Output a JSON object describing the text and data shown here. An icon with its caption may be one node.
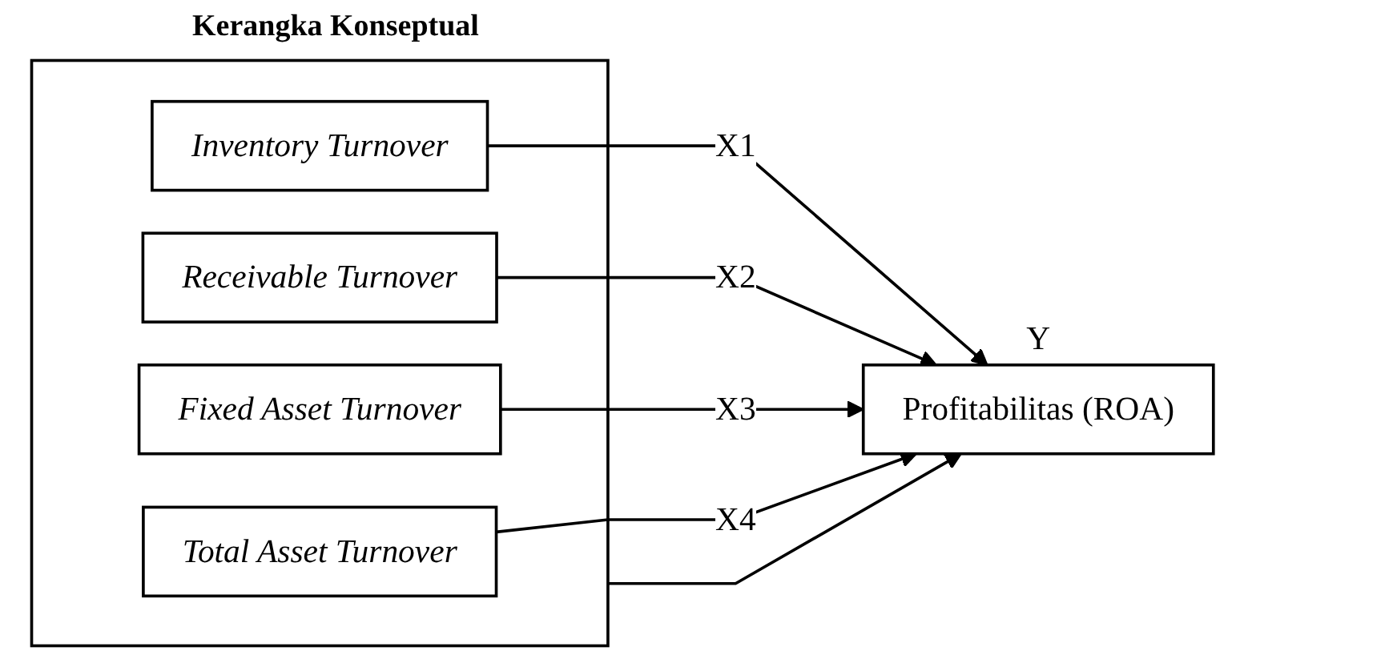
{
  "diagram": {
    "title": "Kerangka Konseptual",
    "nodes": [
      {
        "text": [],
        "shape": "box"
      },
      {
        "text": [
          "Inventory Turnover"
        ],
        "in": 0
      },
      {
        "text": [
          "Receivable Turnover"
        ],
        "in": 0
      },
      {
        "text": [
          "Fixed Asset Turnover"
        ],
        "in": 0
      },
      {
        "text": [
          "Total Asset Turnover"
        ],
        "in": 0
      },
      {
        "text": [
          "Profitabilitas (ROA)"
        ],
        "beside": [
          "Y"
        ]
      }
    ],
    "edges": [
      {
        "from": 1,
        "to": 5,
        "arrow": "to",
        "label": "X1"
      },
      {
        "from": 2,
        "to": 5,
        "arrow": "to",
        "label": "X2"
      },
      {
        "from": 3,
        "to": 5,
        "arrow": "to",
        "label": "X3"
      },
      {
        "from": 4,
        "to": 5,
        "arrow": "to",
        "label": "X4"
      },
      {
        "from": 0,
        "to": 5,
        "arrow": "to"
      }
    ]
  }
}
